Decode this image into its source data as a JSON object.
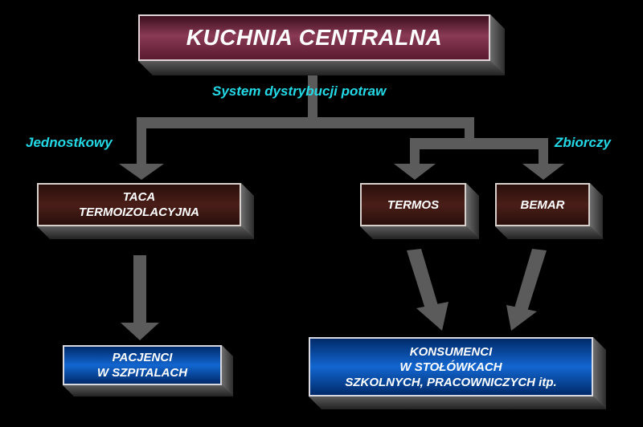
{
  "title": "KUCHNIA CENTRALNA",
  "subtitle": "System dystrybucji potraw",
  "labels": {
    "left_branch": "Jednostkowy",
    "right_branch": "Zbiorczy"
  },
  "boxes": {
    "taca": "TACA\nTERMOIZOLACYJNA",
    "termos": "TERMOS",
    "bemar": "BEMAR",
    "pacjenci": "PACJENCI\nW SZPITALACH",
    "konsumenci": "KONSUMENCI\nW STOŁÓWKACH\nSZKOLNYCH, PRACOWNICZYCH itp."
  },
  "colors": {
    "accent_text": "#23d9e6",
    "connector": "#5b5b5b",
    "box_dark": "#3a1510",
    "box_blue": "#0a4bb0",
    "box_title": "#6a2440"
  }
}
